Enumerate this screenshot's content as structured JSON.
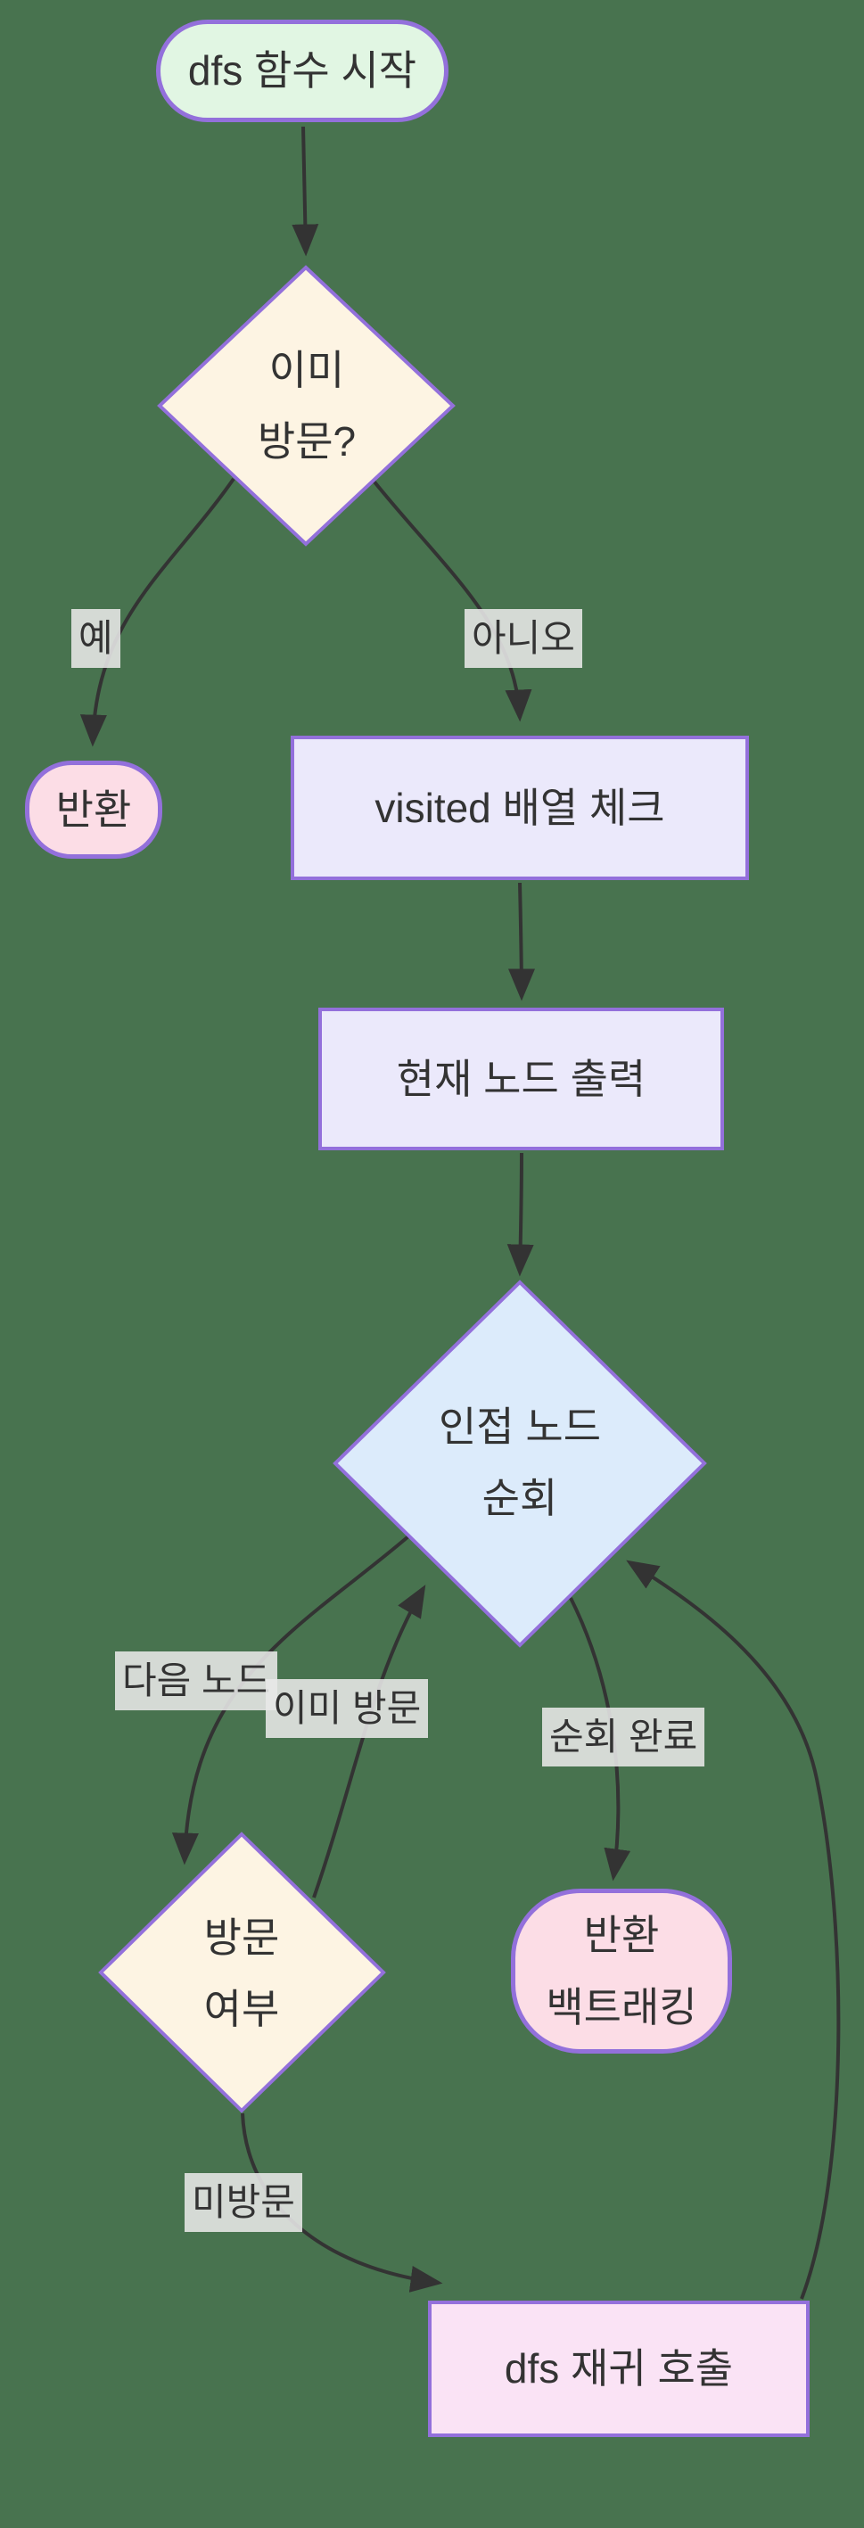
{
  "diagram": {
    "type": "flowchart",
    "topic": "dfs-recursion-flow",
    "background_color": "#48734f"
  },
  "colors": {
    "node_border": "#9370DB",
    "start_fill": "#e1f6e3",
    "decision_cream_fill": "#fdf4e3",
    "process_lavender_fill": "#ebe9fb",
    "loop_blue_fill": "#dcebfb",
    "return_pink_fill": "#fcdde6",
    "recursive_pink_fill": "#fae3f5",
    "edge_color": "#333333",
    "edge_label_bg": "#e8e8e8",
    "text_color": "#333333"
  },
  "nodes": {
    "start": {
      "label": "dfs 함수 시작"
    },
    "already_visited_decision": {
      "line1": "이미",
      "line2": "방문?"
    },
    "return_node": {
      "label": "반환"
    },
    "visited_check": {
      "label": "visited 배열 체크"
    },
    "print_current": {
      "label": "현재 노드 출력"
    },
    "adjacent_loop": {
      "line1": "인접 노드",
      "line2": "순회"
    },
    "visit_decision": {
      "line1": "방문",
      "line2": "여부"
    },
    "return_backtrack": {
      "line1": "반환",
      "line2": "백트래킹"
    },
    "dfs_recursive_call": {
      "label": "dfs 재귀 호출"
    }
  },
  "edge_labels": {
    "yes": "예",
    "no": "아니오",
    "next_node": "다음 노드",
    "already_visited": "이미 방문",
    "loop_complete": "순회 완료",
    "not_visited": "미방문"
  }
}
